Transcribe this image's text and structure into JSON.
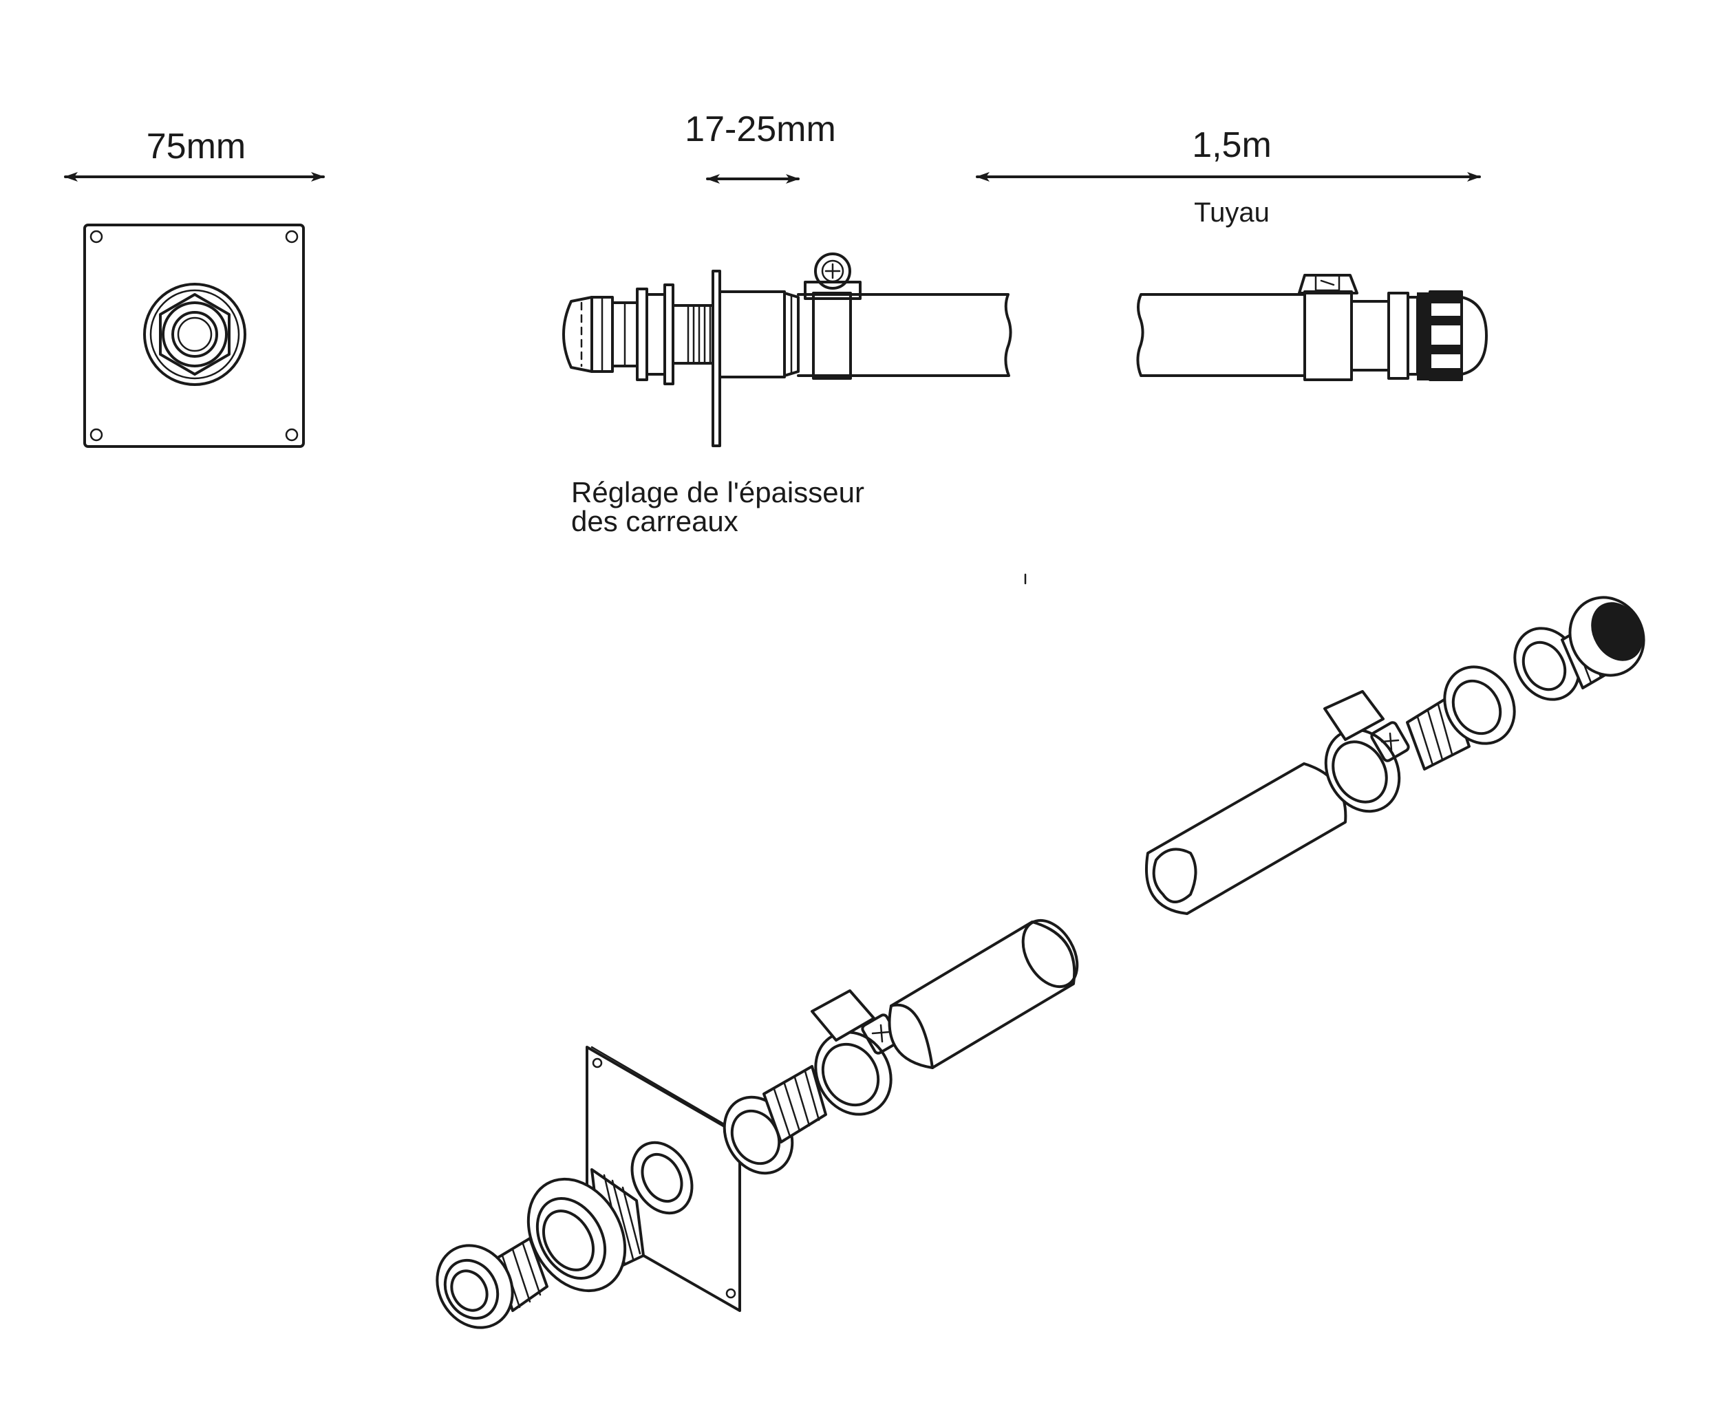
{
  "labels": {
    "plate_width": "75mm",
    "tile_range": "17-25mm",
    "hose_length": "1,5m",
    "hose_name": "Tuyau",
    "adjust_line1": "Réglage de l'épaisseur",
    "adjust_line2": "des carreaux"
  },
  "colors": {
    "line": "#1a1a1a",
    "background": "#ffffff"
  }
}
